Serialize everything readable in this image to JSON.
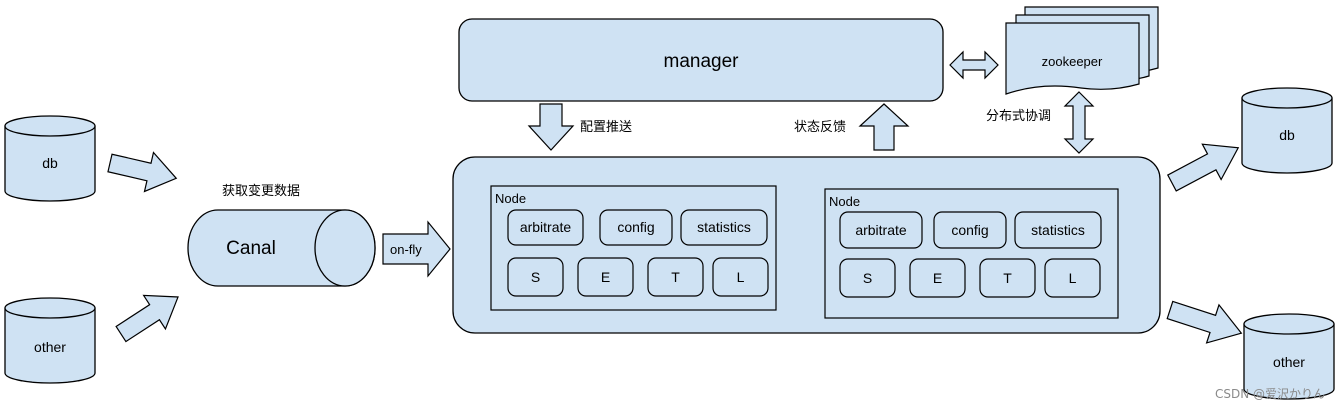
{
  "colors": {
    "fill": "#cfe2f3",
    "stroke": "#000000",
    "background": "#ffffff"
  },
  "sources": {
    "db": "db",
    "other": "other"
  },
  "targets": {
    "db": "db",
    "other": "other"
  },
  "canal": {
    "label": "Canal",
    "caption": "获取变更数据",
    "onfly": "on-fly"
  },
  "manager": {
    "label": "manager",
    "push_label": "配置推送",
    "feedback_label": "状态反馈"
  },
  "zookeeper": {
    "label": "zookeeper",
    "coord_label": "分布式协调"
  },
  "nodes": [
    {
      "title": "Node",
      "top_components": [
        "arbitrate",
        "config",
        "statistics"
      ],
      "stages": [
        "S",
        "E",
        "T",
        "L"
      ]
    },
    {
      "title": "Node",
      "top_components": [
        "arbitrate",
        "config",
        "statistics"
      ],
      "stages": [
        "S",
        "E",
        "T",
        "L"
      ]
    }
  ],
  "watermark": "CSDN @爱沢かりん"
}
